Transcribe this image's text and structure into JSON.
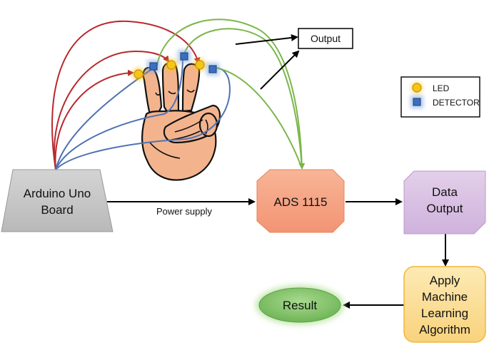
{
  "nodes": {
    "arduino": [
      "Arduino Uno",
      "Board"
    ],
    "ads": "ADS 1115",
    "data_output": [
      "Data",
      "Output"
    ],
    "ml": [
      "Apply",
      "Machine",
      "Learning",
      "Algorithm"
    ],
    "result": "Result",
    "output": "Output"
  },
  "edges": {
    "power_supply": "Power supply"
  },
  "legend": {
    "led": "LED",
    "detector": "DETECTOR"
  },
  "colors": {
    "arduino_fill": "#c8c8c8",
    "ads_fill": "#f6a585",
    "data_fill": "#d9c2e3",
    "ml_fill": "#fde3a0",
    "result_fill": "#7fc46b",
    "led": "#f5c518",
    "detector": "#3a6fc0",
    "wire_red": "#b8282e",
    "wire_blue": "#4f72b5",
    "wire_green": "#7ab648",
    "skin": "#f3b48d"
  }
}
